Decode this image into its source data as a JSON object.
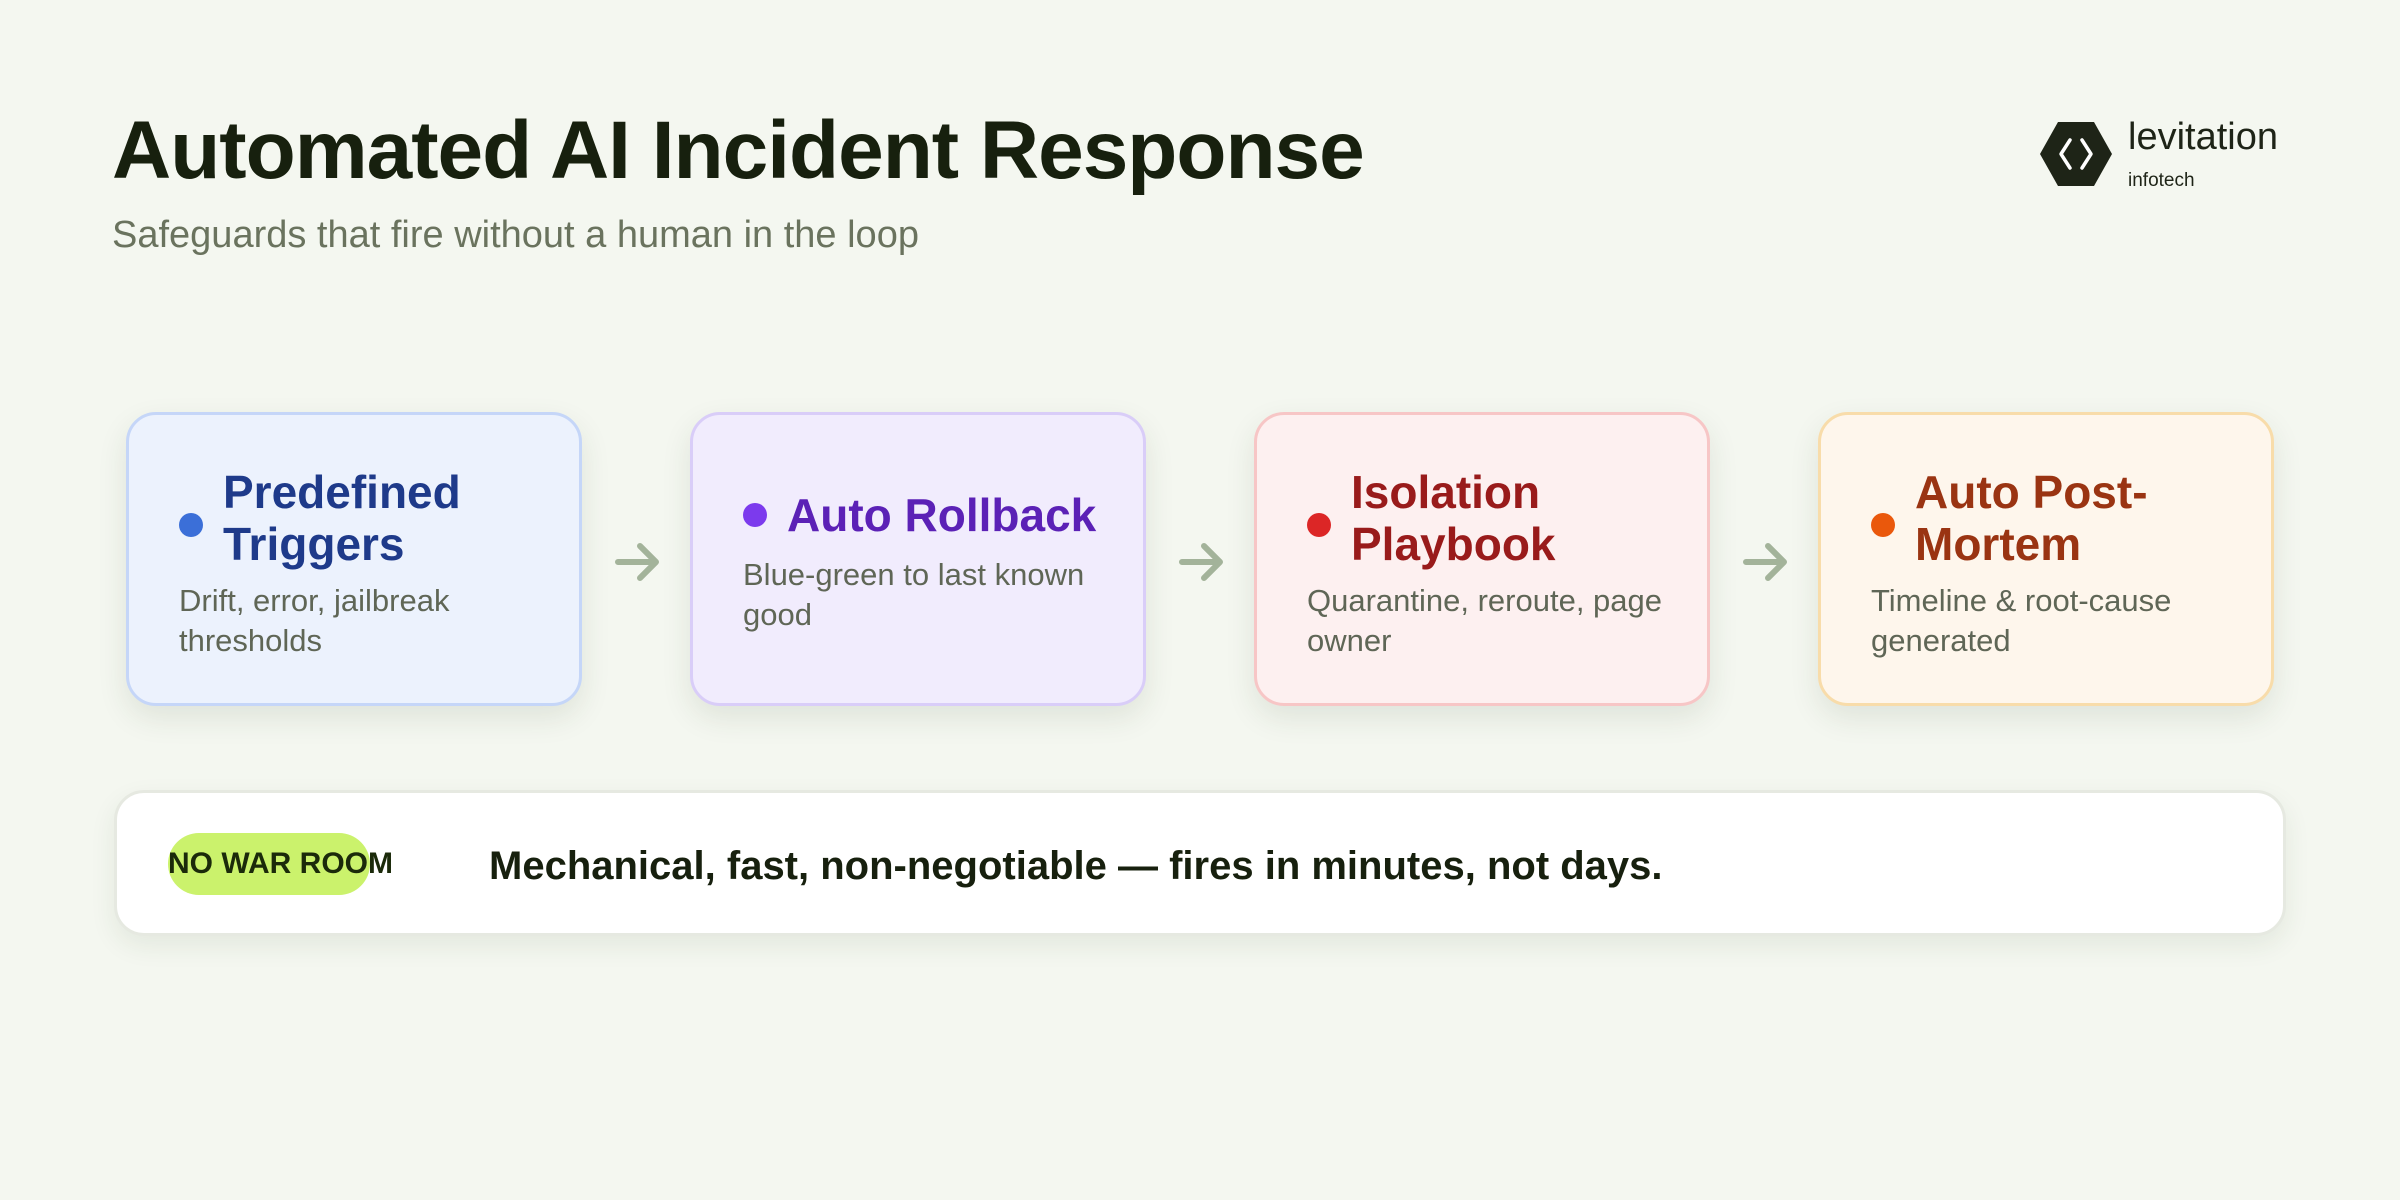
{
  "header": {
    "title": "Automated AI Incident Response",
    "subtitle": "Safeguards that fire without a human in the loop"
  },
  "logo": {
    "name": "levitation",
    "tagline": "infotech",
    "icon": "hexagon-code-icon"
  },
  "steps": [
    {
      "title": "Predefined Triggers",
      "description": "Drift, error, jailbreak thresholds",
      "accent": "#3b6fd8",
      "title_color": "#1e3a8a",
      "background": "#ecf2fd",
      "border": "#c5d6f8"
    },
    {
      "title": "Auto Rollback",
      "description": "Blue-green to last known good",
      "accent": "#7c3aed",
      "title_color": "#5b21b6",
      "background": "#f1ecfd",
      "border": "#d9cdf8"
    },
    {
      "title": "Isolation Playbook",
      "description": "Quarantine, reroute, page owner",
      "accent": "#dc2626",
      "title_color": "#991b1b",
      "background": "#fdf0f0",
      "border": "#f7c6c6"
    },
    {
      "title": "Auto Post-Mortem",
      "description": "Timeline & root-cause generated",
      "accent": "#ea580c",
      "title_color": "#9a3412",
      "background": "#fef6ec",
      "border": "#f8dcaa"
    }
  ],
  "connector": {
    "icon": "arrow-right-icon",
    "color": "#a3b39a"
  },
  "banner": {
    "badge": "NO WAR ROOM",
    "text": "Mechanical, fast, non-negotiable — fires in minutes, not days."
  }
}
